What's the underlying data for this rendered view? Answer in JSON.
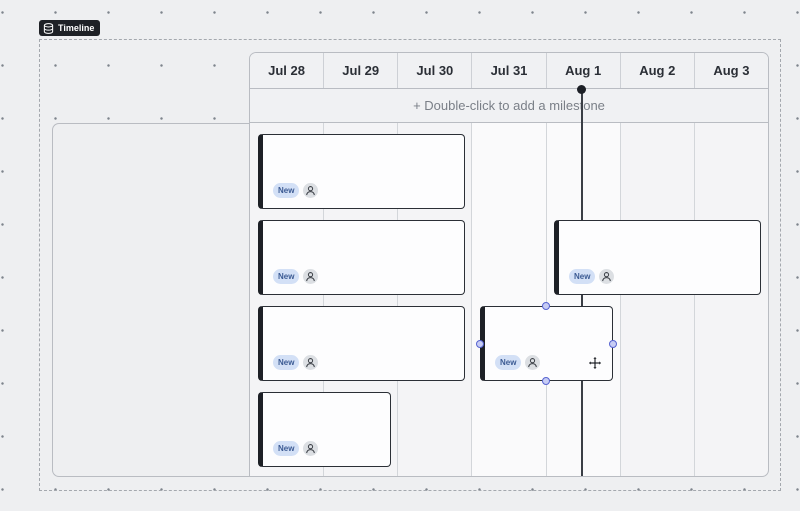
{
  "frame": {
    "label": "Timeline",
    "icon": "database-icon"
  },
  "timeline": {
    "days": [
      "Jul 28",
      "Jul 29",
      "Jul 30",
      "Jul 31",
      "Aug 1",
      "Aug 2",
      "Aug 3"
    ],
    "milestone_hint": "+ Double-click to add a milestone"
  },
  "tasks": [
    {
      "badge": "New",
      "assignee_icon": "user-icon"
    },
    {
      "badge": "New",
      "assignee_icon": "user-icon"
    },
    {
      "badge": "New",
      "assignee_icon": "user-icon"
    },
    {
      "badge": "New",
      "assignee_icon": "user-icon"
    },
    {
      "badge": "New",
      "assignee_icon": "user-icon"
    },
    {
      "badge": "New",
      "assignee_icon": "user-icon"
    }
  ],
  "colors": {
    "accent_handle": "#5663d1",
    "badge_bg": "#d3e0f6",
    "badge_text": "#3b5a93",
    "task_border": "#1d2026"
  }
}
